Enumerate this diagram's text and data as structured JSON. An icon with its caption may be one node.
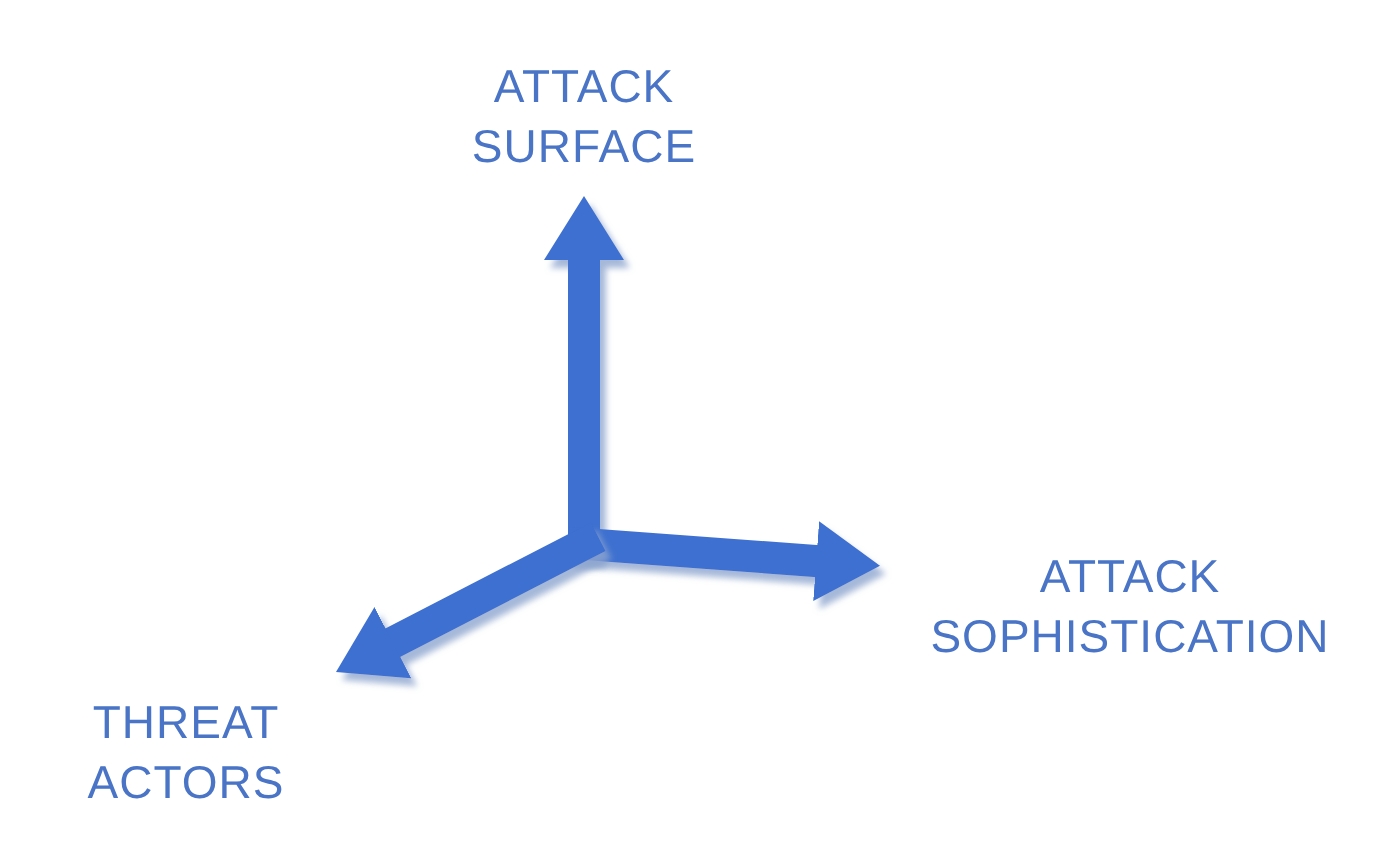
{
  "diagram": {
    "nodes": [
      {
        "text": [
          "ATTACK SURFACE"
        ]
      },
      {
        "text": [
          "ATTACK SOPHISTICATION"
        ]
      },
      {
        "text": [
          "THREAT ACTORS"
        ]
      }
    ],
    "edges": [
      {
        "from": null,
        "to": 0,
        "arrow": "to"
      },
      {
        "from": null,
        "to": 1,
        "arrow": "to"
      },
      {
        "from": null,
        "to": 2,
        "arrow": "to"
      }
    ]
  }
}
